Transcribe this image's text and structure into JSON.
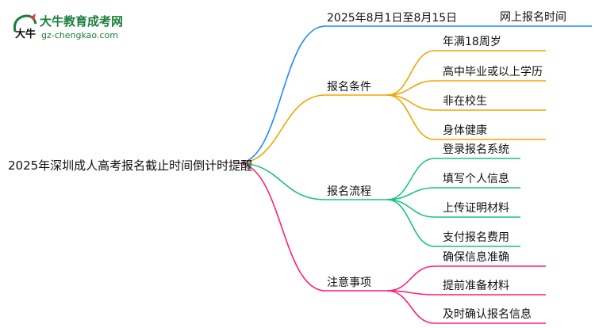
{
  "logo": {
    "mark_text": "大牛",
    "title": "大牛教育成考网",
    "url": "gz-chengkao.com"
  },
  "diagram": {
    "root": "2025年深圳成人高考报名截止时间倒计时提醒",
    "branches": [
      {
        "id": "time",
        "label": "2025年8月1日至8月15日",
        "color": "#1e88ff",
        "children": [
          "网上报名时间"
        ]
      },
      {
        "id": "conditions",
        "label": "报名条件",
        "color": "#f0a500",
        "children": [
          "年满18周岁",
          "高中毕业或以上学历",
          "非在校生",
          "身体健康"
        ]
      },
      {
        "id": "process",
        "label": "报名流程",
        "color": "#19c37d",
        "children": [
          "登录报名系统",
          "填写个人信息",
          "上传证明材料",
          "支付报名费用"
        ]
      },
      {
        "id": "notes",
        "label": "注意事项",
        "color": "#ff1f7a",
        "children": [
          "确保信息准确",
          "提前准备材料",
          "及时确认报名信息"
        ]
      }
    ]
  }
}
